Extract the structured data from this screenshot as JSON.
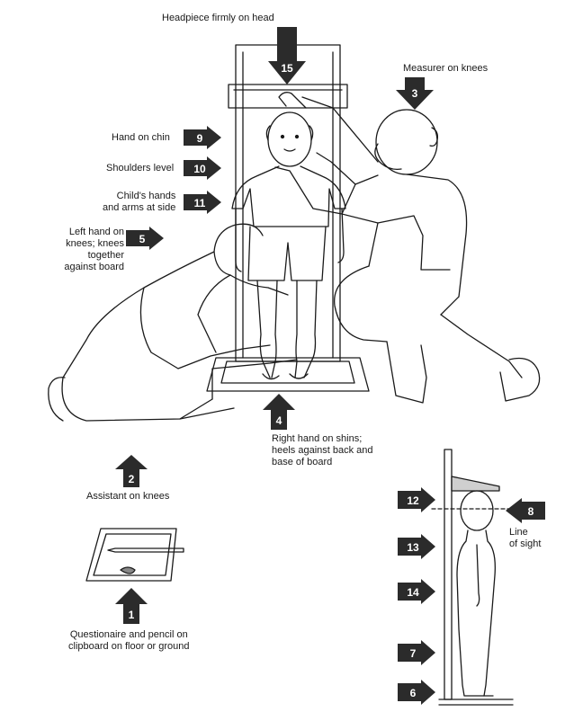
{
  "labels": {
    "headpiece": "Headpiece firmly on head",
    "measurer": "Measurer on knees",
    "hand_chin": "Hand on chin",
    "shoulders": "Shoulders level",
    "hands_side_1": "Child's hands",
    "hands_side_2": "and arms at side",
    "left_hand_1": "Left hand on",
    "left_hand_2": "knees; knees",
    "left_hand_3": "together",
    "left_hand_4": "against board",
    "right_hand_1": "Right hand on shins;",
    "right_hand_2": "heels against back and",
    "right_hand_3": "base of board",
    "assistant": "Assistant on knees",
    "questionnaire_1": "Questionaire and pencil on",
    "questionnaire_2": "clipboard on floor or ground",
    "line_sight_1": "Line",
    "line_sight_2": "of sight"
  },
  "arrows": {
    "a1": "1",
    "a2": "2",
    "a3": "3",
    "a4": "4",
    "a5": "5",
    "a6": "6",
    "a7": "7",
    "a8": "8",
    "a9": "9",
    "a10": "10",
    "a11": "11",
    "a12": "12",
    "a13": "13",
    "a14": "14",
    "a15": "15"
  },
  "colors": {
    "arrow_fill": "#2b2b2b",
    "line": "#1a1a1a",
    "background": "#ffffff"
  }
}
